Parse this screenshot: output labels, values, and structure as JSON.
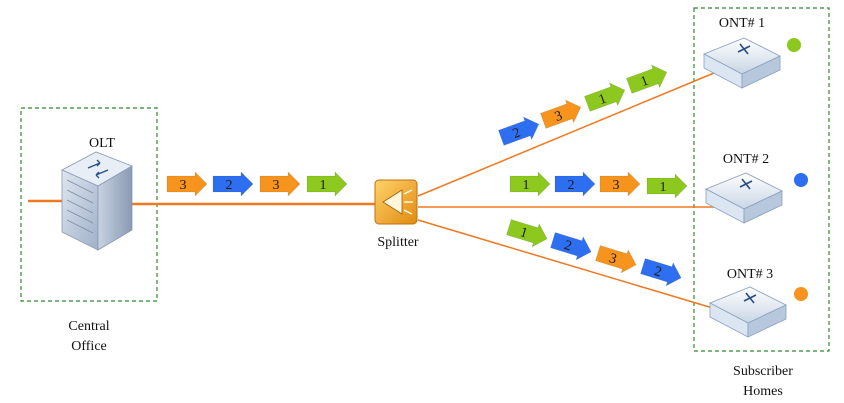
{
  "labels": {
    "olt": "OLT",
    "central_office_line1": "Central",
    "central_office_line2": "Office",
    "splitter": "Splitter",
    "subscriber_line1": "Subscriber",
    "subscriber_line2": "Homes",
    "ont1": "ONT# 1",
    "ont2": "ONT# 2",
    "ont3": "ONT# 3"
  },
  "colors": {
    "fiber": "#f07820",
    "orange": "#f7941d",
    "blue": "#2e6ff2",
    "green": "#8cc81e",
    "dash_box": "#2e8b2e",
    "ont1_dot": "#8cc81e",
    "ont2_dot": "#2e6ff2",
    "ont3_dot": "#f7941d"
  },
  "packets": {
    "trunk": [
      {
        "label": "3",
        "color": "orange"
      },
      {
        "label": "2",
        "color": "blue"
      },
      {
        "label": "3",
        "color": "orange"
      },
      {
        "label": "1",
        "color": "green"
      }
    ],
    "branch1": [
      {
        "label": "2",
        "color": "blue"
      },
      {
        "label": "3",
        "color": "orange"
      },
      {
        "label": "1",
        "color": "green"
      },
      {
        "label": "1",
        "color": "green"
      }
    ],
    "branch2": [
      {
        "label": "1",
        "color": "green"
      },
      {
        "label": "2",
        "color": "blue"
      },
      {
        "label": "3",
        "color": "orange"
      },
      {
        "label": "1",
        "color": "green"
      }
    ],
    "branch3": [
      {
        "label": "1",
        "color": "green"
      },
      {
        "label": "2",
        "color": "blue"
      },
      {
        "label": "3",
        "color": "orange"
      },
      {
        "label": "2",
        "color": "blue"
      }
    ]
  }
}
